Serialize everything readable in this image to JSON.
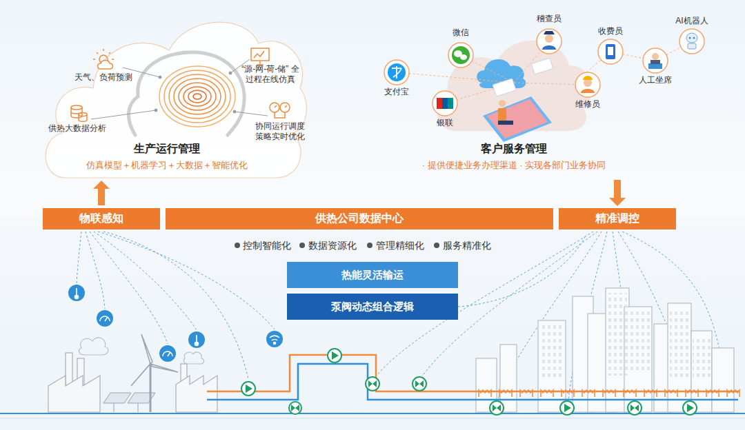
{
  "diagram": {
    "nodes": [
      {
        "text": [
          "生产运行管理",
          "仿真模型＋机器学习＋大数据＋智能优化"
        ]
      },
      {
        "text": [
          "客户服务管理",
          "· 提供便捷业务办理渠道 · 实现各部门业务协同"
        ]
      },
      {
        "text": [
          "物联感知"
        ]
      },
      {
        "text": [
          "供热公司数据中心"
        ]
      },
      {
        "text": [
          "精准调控"
        ]
      },
      {
        "text": [
          "热能灵活输运"
        ]
      },
      {
        "text": [
          "泵阀动态组合逻辑"
        ]
      }
    ],
    "edges": [
      {
        "from": 2,
        "to": 0,
        "arrow": "to"
      },
      {
        "from": 1,
        "to": 4,
        "arrow": "to"
      }
    ],
    "labels": [
      "天气、负荷预测",
      "供热大数据分析",
      "“源-网-荷-储” 全过程在线仿真",
      "协同运行调度 策略实时优化",
      "微信",
      "支付宝",
      "银联",
      "稽查员",
      "维修员",
      "收费员",
      "人工坐席",
      "AI机器人",
      "控制智能化",
      "数据资源化",
      "管理精细化",
      "服务精准化"
    ]
  }
}
